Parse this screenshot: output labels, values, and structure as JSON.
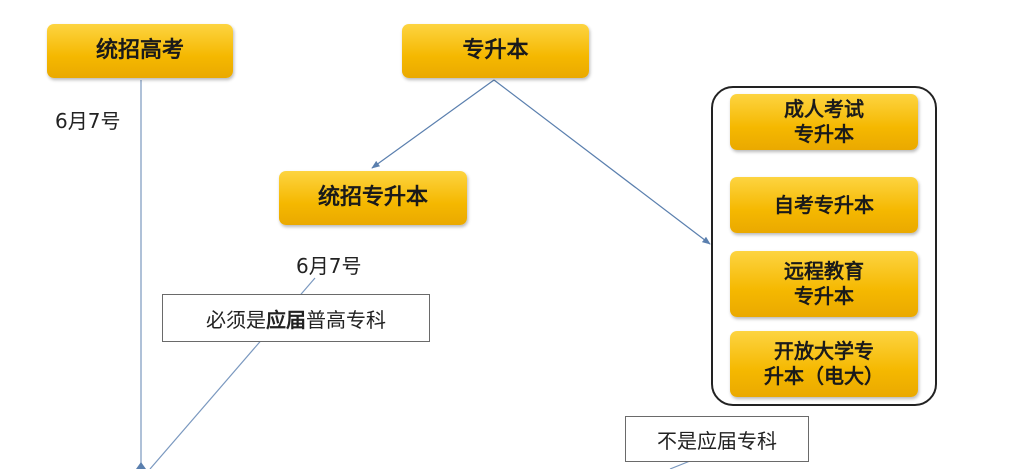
{
  "nodes": {
    "gaokao": "统招高考",
    "zhuanshengben": "专升本",
    "tongzhao_zsb": "统招专升本",
    "chengren": "成人考试\n专升本",
    "zikao": "自考专升本",
    "yuancheng": "远程教育\n专升本",
    "kaifang": "开放大学专\n升本（电大）"
  },
  "dates": {
    "gaokao_date": "6月7号",
    "tongzhao_date": "6月7号"
  },
  "notes": {
    "must_prefix": "必须是",
    "must_bold": "应届",
    "must_suffix": "普高专科",
    "not_fresh": "不是应届专科"
  },
  "colors": {
    "box": "#f5b800",
    "line": "#5a7fae"
  }
}
